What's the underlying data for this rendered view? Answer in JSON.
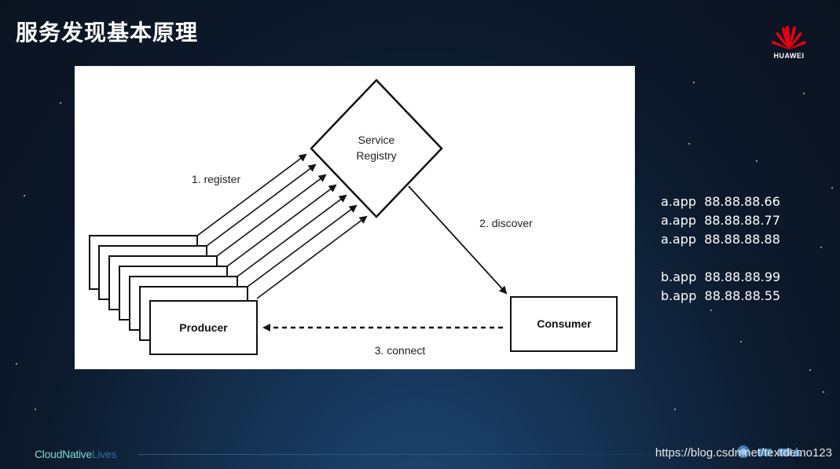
{
  "slide": {
    "title": "服务发现基本原理",
    "brand": "HUAWEI",
    "footer_brand_main": "CloudNative",
    "footer_brand_suffix": "Lives",
    "watermark": "https://blog.csdn.net/textdemo123"
  },
  "diagram": {
    "registry_label_line1": "Service",
    "registry_label_line2": "Registry",
    "producer_label": "Producer",
    "consumer_label": "Consumer",
    "step1": "1. register",
    "step2": "2. discover",
    "step3": "3. connect"
  },
  "instances": [
    {
      "name": "a.app",
      "ip": "88.88.88.66"
    },
    {
      "name": "a.app",
      "ip": "88.88.88.77"
    },
    {
      "name": "a.app",
      "ip": "88.88.88.88"
    },
    {
      "name": "b.app",
      "ip": "88.88.88.99"
    },
    {
      "name": "b.app",
      "ip": "88.88.88.55"
    }
  ],
  "colors": {
    "brand_red": "#e60012",
    "diagram_line": "#111111",
    "footer_teal": "#7fd6d0"
  }
}
